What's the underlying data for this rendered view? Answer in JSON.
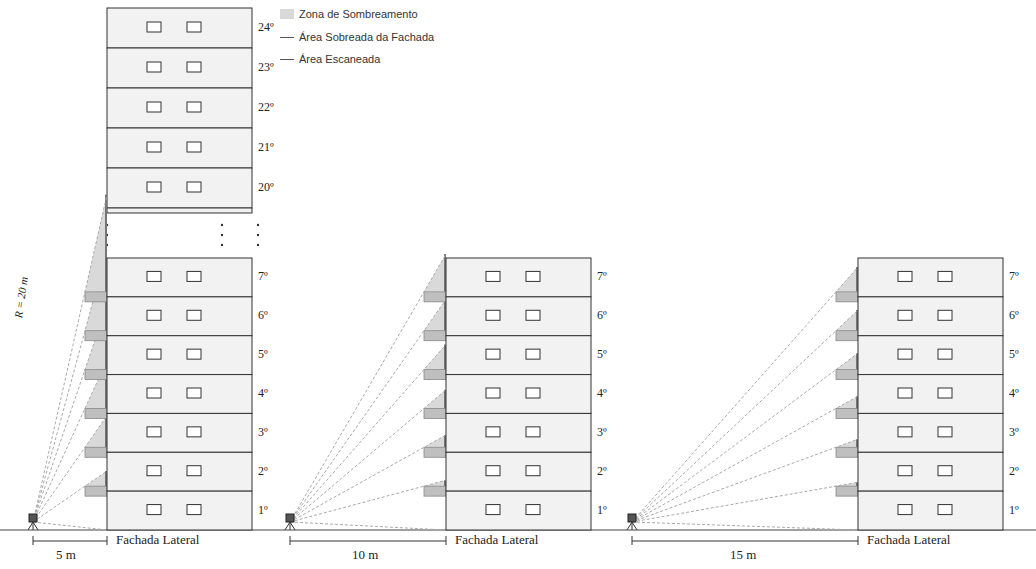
{
  "diagram": {
    "labels": [
      "24º",
      "23º",
      "22º",
      "21º",
      "20º",
      "7º",
      "6º",
      "5º",
      "4º",
      "3º",
      "2º",
      "1º",
      "R = 20 m",
      "5 m",
      "Fachada Lateral",
      "7º",
      "6º",
      "5º",
      "4º",
      "3º",
      "2º",
      "1º",
      "10 m",
      "Fachada Lateral",
      "7º",
      "6º",
      "5º",
      "4º",
      "3º",
      "2º",
      "1º",
      "15 m",
      "Fachada Lateral"
    ],
    "legend": [
      {
        "text": "Zona de Sombreamento",
        "color": "#d9d9d9"
      },
      {
        "text": "Área Sobreada da Fachada"
      },
      {
        "text": "Área Escaneada"
      }
    ]
  }
}
